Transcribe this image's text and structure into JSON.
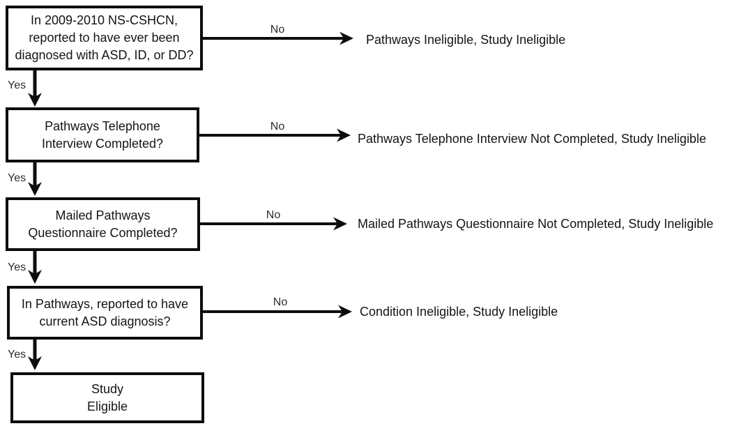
{
  "colors": {
    "background": "#ffffff",
    "ink": "#0d0d0d"
  },
  "steps": [
    {
      "question": "In 2009-2010 NS-CSHCN,\nreported to have ever been\ndiagnosed with ASD, ID, or DD?",
      "no_label": "No",
      "no_outcome": "Pathways Ineligible, Study Ineligible",
      "yes_label": "Yes"
    },
    {
      "question": "Pathways Telephone\nInterview Completed?",
      "no_label": "No",
      "no_outcome": "Pathways Telephone Interview Not Completed, Study Ineligible",
      "yes_label": "Yes"
    },
    {
      "question": "Mailed Pathways\nQuestionnaire Completed?",
      "no_label": "No",
      "no_outcome": "Mailed Pathways Questionnaire Not Completed, Study Ineligible",
      "yes_label": "Yes"
    },
    {
      "question": "In Pathways, reported to have\ncurrent ASD diagnosis?",
      "no_label": "No",
      "no_outcome": "Condition Ineligible, Study Ineligible",
      "yes_label": "Yes"
    }
  ],
  "result": {
    "label": "Study\nEligible"
  }
}
